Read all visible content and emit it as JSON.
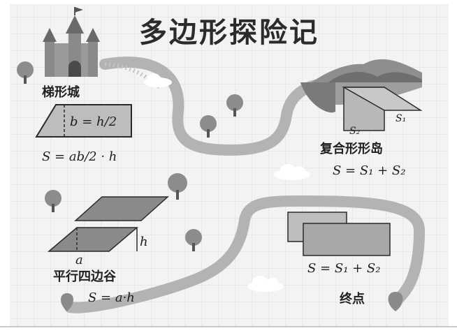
{
  "title": "多边形探险记",
  "trapezoid_castle": {
    "label": "梯形城",
    "inner_formula": "b = h/2",
    "formula": "S = ab/2 · h"
  },
  "composite_island": {
    "label": "复合形形岛",
    "s1": "S₁",
    "s2": "S₂",
    "formula": "S = S₁ + S₂"
  },
  "parallelogram_valley": {
    "label": "平行四边谷",
    "h_label": "h",
    "a_label": "a",
    "formula": "S = a·h"
  },
  "end_point": {
    "label": "终点",
    "formula": "S = S₁ + S₂"
  }
}
